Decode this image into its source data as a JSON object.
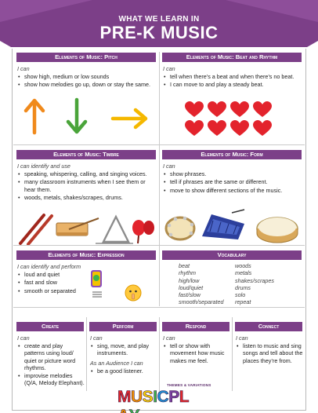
{
  "header": {
    "subtitle": "WHAT WE LEARN IN",
    "title": "PRE-K MUSIC"
  },
  "sections": {
    "pitch": {
      "heading": "Elements of Music: Pitch",
      "intro": "I can",
      "items": [
        "show high, medium or low sounds",
        "show how melodies go up, down or stay the same."
      ]
    },
    "beat": {
      "heading": "Elements of Music: Beat and Rhythm",
      "intro": "I can",
      "items": [
        "tell when there’s a beat and when there’s no beat.",
        "I can move to and play  a steady beat."
      ]
    },
    "timbre": {
      "heading": "Elements of Music: Timbre",
      "intro": "I can identify and use",
      "items": [
        "speaking, whispering, calling, and singing voices.",
        "many classroom instruments  when I see them or hear them.",
        "woods, metals, shakes/scrapes, drums."
      ]
    },
    "form": {
      "heading": "Elements of Music: Form",
      "intro": "I can",
      "items": [
        "show phrases.",
        "tell if phrases are the same or different.",
        "move to show different sections of the music."
      ]
    },
    "expression": {
      "heading": "Elements of Music: Expression",
      "intro": "I can identify and perform",
      "items": [
        "loud and quiet",
        "fast and slow",
        "smooth or separated"
      ]
    },
    "vocabulary": {
      "heading": "Vocabulary",
      "col1": [
        "beat",
        "rhythm",
        "high/low",
        "loud/quiet",
        "fast/slow",
        "smooth/separated"
      ],
      "col2": [
        "woods",
        "metals",
        "shakes/scrapes",
        "drums",
        "solo",
        "repeat"
      ]
    },
    "create": {
      "heading": "Create",
      "intro": "I can",
      "items": [
        "create and play patterns using loud/ quiet or picture word rhythms.",
        "improvise melodies (Q/A, Melody Elephant)."
      ]
    },
    "perform": {
      "heading": "Perform",
      "intro": "I can",
      "items": [
        "sing, move, and play instruments."
      ],
      "audience_intro": "As an Audience I can",
      "audience_items": [
        "be a good listener."
      ]
    },
    "respond": {
      "heading": "Respond",
      "intro": "I can",
      "items": [
        "tell or show with movement how music makes me feel."
      ]
    },
    "connect": {
      "heading": "Connect",
      "intro": "I can",
      "items": [
        "listen to music and sing songs and tell about the places they’re from."
      ]
    }
  },
  "logo": {
    "tagline": "THEMES & VARIATIONS",
    "letters": [
      "M",
      "U",
      "S",
      "I",
      "C",
      "P",
      "L",
      "A",
      "Y"
    ],
    "letter_colors": [
      "#e5282b",
      "#f39200",
      "#ffd500",
      "#3cb44b",
      "#1d8fd6",
      "#7b3fa0",
      "#e5282b",
      "#f39200",
      "#3cb44b"
    ]
  },
  "colors": {
    "accent": "#7c3f88",
    "arrow_orange": "#f08a1c",
    "arrow_green": "#4aa43a",
    "arrow_yellow": "#f5b800",
    "heart": "#e3232c"
  }
}
